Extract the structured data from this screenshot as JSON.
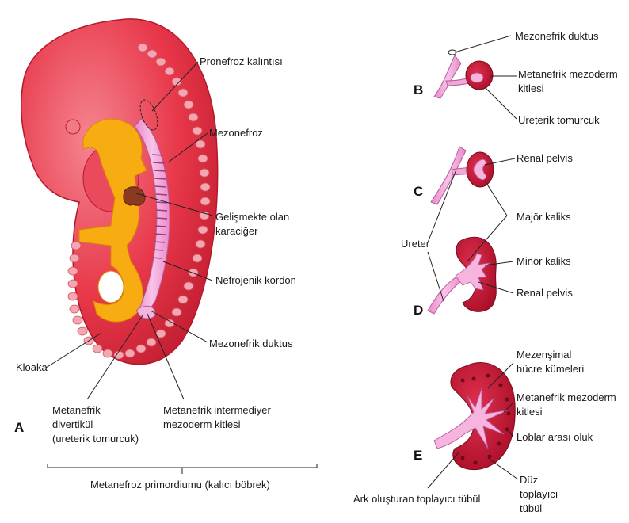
{
  "panels": {
    "a": "A",
    "b": "B",
    "c": "C",
    "d": "D",
    "e": "E"
  },
  "labels": {
    "pronefroz": "Pronefroz kalıntısı",
    "mezonefroz": "Mezonefroz",
    "karaciger_1": "Gelişmekte olan",
    "karaciger_2": "karaciğer",
    "nefrojenik": "Nefrojenik kordon",
    "mez_duktus_a": "Mezonefrik duktus",
    "kloaka": "Kloaka",
    "met_div_1": "Metanefrik",
    "met_div_2": "divertikül",
    "met_div_3": "(ureterik tomurcuk)",
    "met_int_1": "Metanefrik intermediyer",
    "met_int_2": "mezoderm kitlesi",
    "primordium": "Metanefroz primordiumu (kalıcı böbrek)",
    "mez_duktus_b": "Mezonefrik duktus",
    "met_mez_b_1": "Metanefrik mezoderm",
    "met_mez_b_2": "kitlesi",
    "ureterik_tom": "Ureterik tomurcuk",
    "renal_pelvis_c": "Renal pelvis",
    "major_kaliks": "Majör kaliks",
    "ureter": "Ureter",
    "minor_kaliks": "Minör kaliks",
    "renal_pelvis_d": "Renal pelvis",
    "mezensimal_1": "Mezenşimal",
    "mezensimal_2": "hücre kümeleri",
    "met_mez_e_1": "Metanefrik mezoderm",
    "met_mez_e_2": "kitlesi",
    "loblar": "Loblar arası oluk",
    "ark": "Ark oluşturan toplayıcı tübül",
    "duz_1": "Düz",
    "duz_2": "toplayıcı",
    "duz_3": "tübül"
  },
  "colors": {
    "embryo_red": "#e8384a",
    "embryo_light": "#f07a86",
    "yolk_orange": "#f7ad12",
    "duct_pink": "#f2a3d8",
    "kidney_dark": "#b5102c",
    "kidney_mid": "#d9264a",
    "line": "#222222"
  }
}
